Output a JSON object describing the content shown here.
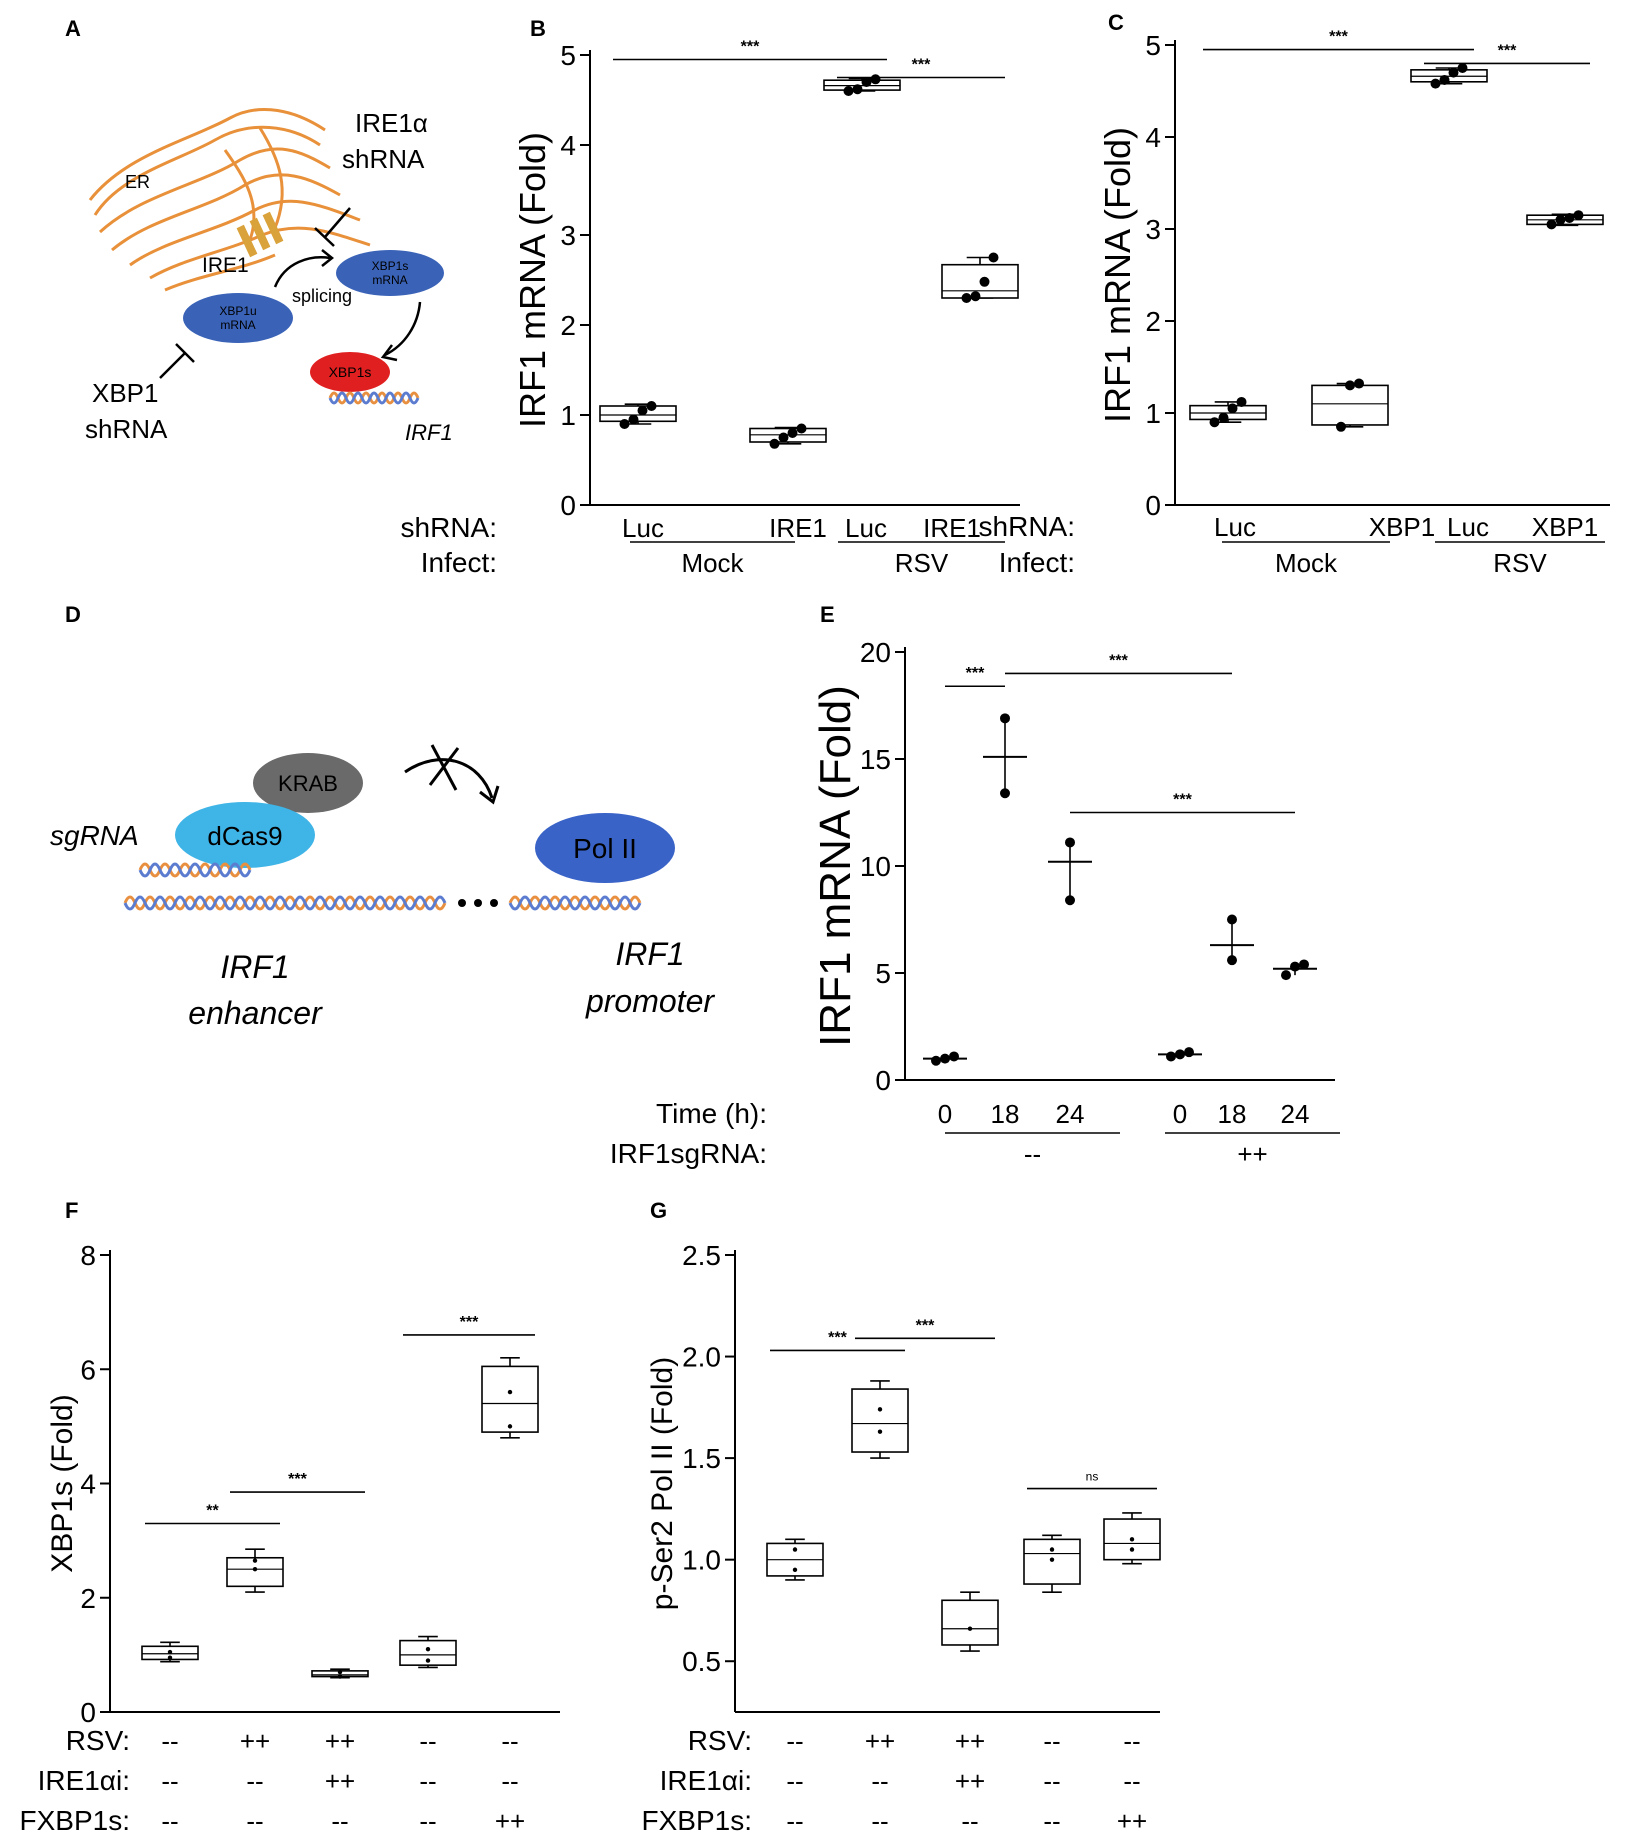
{
  "panel_letters": [
    "A",
    "B",
    "C",
    "D",
    "E",
    "F",
    "G"
  ],
  "diagram_a": {
    "er": "ER",
    "ire1": "IRE1",
    "ire1_shrna": [
      "IRE1α",
      "shRNA"
    ],
    "xbp1u": [
      "XBP1u",
      "mRNA"
    ],
    "xbp1s_mrna": [
      "XBP1s",
      "mRNA"
    ],
    "splicing": "splicing",
    "xbp1s": "XBP1s",
    "irf1": "IRF1",
    "xbp1_shrna": [
      "XBP1",
      "shRNA"
    ],
    "colors": {
      "er": "#e8913a",
      "mrna": "#3a63b8",
      "protein": "#e02020",
      "ire1": "#d9a23a"
    }
  },
  "diagram_d": {
    "krab": "KRAB",
    "dcas9": "dCas9",
    "sgrna": "sgRNA",
    "pol2": "Pol II",
    "enhancer": [
      "IRF1",
      "enhancer"
    ],
    "promoter": [
      "IRF1",
      "promoter"
    ],
    "colors": {
      "krab": "#6a6a6a",
      "dcas9": "#3fb4e6",
      "pol2": "#3a63c8",
      "dna_a": "#e89040",
      "dna_b": "#5c7cd0"
    }
  },
  "chart_data": [
    {
      "panel": "B",
      "type": "box",
      "ylabel": "IRF1 mRNA (Fold)",
      "ylim": [
        0,
        5
      ],
      "yticks": [
        0,
        1,
        2,
        3,
        4,
        5
      ],
      "rows": [
        {
          "label": "shRNA:",
          "values": [
            "Luc",
            "IRE1",
            "Luc",
            "IRE1"
          ]
        },
        {
          "label": "Infect:",
          "groups": [
            {
              "text": "Mock",
              "span": [
                0,
                1
              ]
            },
            {
              "text": "RSV",
              "span": [
                2,
                3
              ]
            }
          ]
        }
      ],
      "series": [
        {
          "min": 0.9,
          "q1": 0.93,
          "median": 1.0,
          "q3": 1.1,
          "max": 1.12,
          "points": [
            0.9,
            0.95,
            1.05,
            1.1
          ]
        },
        {
          "min": 0.68,
          "q1": 0.7,
          "median": 0.78,
          "q3": 0.85,
          "max": 0.86,
          "points": [
            0.68,
            0.75,
            0.8,
            0.85
          ]
        },
        {
          "min": 4.6,
          "q1": 4.61,
          "median": 4.66,
          "q3": 4.72,
          "max": 4.74,
          "points": [
            4.6,
            4.62,
            4.7,
            4.73
          ]
        },
        {
          "min": 2.3,
          "q1": 2.3,
          "median": 2.38,
          "q3": 2.67,
          "max": 2.75,
          "points": [
            2.3,
            2.32,
            2.48,
            2.75
          ]
        }
      ],
      "significance": [
        {
          "from": 0,
          "to": 2,
          "y": 4.95,
          "label": "***"
        },
        {
          "from": 2,
          "to": 3,
          "y": 4.75,
          "label": "***"
        }
      ]
    },
    {
      "panel": "C",
      "type": "box",
      "ylabel": "IRF1 mRNA (Fold)",
      "ylim": [
        0,
        5
      ],
      "yticks": [
        0,
        1,
        2,
        3,
        4,
        5
      ],
      "rows": [
        {
          "label": "shRNA:",
          "values": [
            "Luc",
            "XBP1",
            "Luc",
            "XBP1"
          ]
        },
        {
          "label": "Infect:",
          "groups": [
            {
              "text": "Mock",
              "span": [
                0,
                1
              ]
            },
            {
              "text": "RSV",
              "span": [
                2,
                3
              ]
            }
          ]
        }
      ],
      "series": [
        {
          "min": 0.9,
          "q1": 0.93,
          "median": 1.0,
          "q3": 1.08,
          "max": 1.12,
          "points": [
            0.9,
            0.95,
            1.05,
            1.12
          ]
        },
        {
          "min": 0.85,
          "q1": 0.87,
          "median": 1.1,
          "q3": 1.3,
          "max": 1.32,
          "points": [
            0.85,
            1.3,
            1.32
          ]
        },
        {
          "min": 4.58,
          "q1": 4.6,
          "median": 4.66,
          "q3": 4.73,
          "max": 4.75,
          "points": [
            4.58,
            4.62,
            4.7,
            4.75
          ]
        },
        {
          "min": 3.04,
          "q1": 3.05,
          "median": 3.1,
          "q3": 3.15,
          "max": 3.16,
          "points": [
            3.05,
            3.1,
            3.12,
            3.15
          ]
        }
      ],
      "significance": [
        {
          "from": 0,
          "to": 2,
          "y": 4.95,
          "label": "***"
        },
        {
          "from": 2,
          "to": 3,
          "y": 4.8,
          "label": "***"
        }
      ]
    },
    {
      "panel": "E",
      "type": "mean-range",
      "ylabel": "IRF1 mRNA (Fold)",
      "ylim": [
        0,
        20
      ],
      "yticks": [
        0,
        5,
        10,
        15,
        20
      ],
      "rows": [
        {
          "label": "Time (h):",
          "values": [
            "0",
            "18",
            "24",
            "0",
            "18",
            "24"
          ]
        },
        {
          "label": "IRF1sgRNA:",
          "groups": [
            {
              "text": "--",
              "span": [
                0,
                2
              ]
            },
            {
              "text": "++",
              "span": [
                3,
                5
              ]
            }
          ]
        }
      ],
      "series": [
        {
          "mean": 1.0,
          "min": 0.9,
          "max": 1.1,
          "points": [
            0.9,
            1.0,
            1.1
          ]
        },
        {
          "mean": 15.1,
          "min": 13.4,
          "max": 16.9,
          "points": [
            13.4,
            16.9
          ]
        },
        {
          "mean": 10.2,
          "min": 8.4,
          "max": 11.1,
          "points": [
            8.4,
            11.1
          ]
        },
        {
          "mean": 1.2,
          "min": 1.1,
          "max": 1.3,
          "points": [
            1.1,
            1.2,
            1.3
          ]
        },
        {
          "mean": 6.3,
          "min": 5.6,
          "max": 7.5,
          "points": [
            5.6,
            7.5
          ]
        },
        {
          "mean": 5.2,
          "min": 4.9,
          "max": 5.4,
          "points": [
            4.9,
            5.3,
            5.4
          ]
        }
      ],
      "significance": [
        {
          "from": 0,
          "to": 1,
          "y": 18.4,
          "label": "***"
        },
        {
          "from": 1,
          "to": 4,
          "y": 19.0,
          "label": "***"
        },
        {
          "from": 2,
          "to": 5,
          "y": 12.5,
          "label": "***"
        }
      ]
    },
    {
      "panel": "F",
      "type": "box",
      "ylabel": "XBP1s (Fold)",
      "ylim": [
        0,
        8
      ],
      "yticks": [
        0,
        2,
        4,
        6,
        8
      ],
      "rows": [
        {
          "label": "RSV:",
          "values": [
            "--",
            "++",
            "++",
            "--",
            "--"
          ]
        },
        {
          "label": "IRE1αi:",
          "values": [
            "--",
            "--",
            "++",
            "--",
            "--"
          ]
        },
        {
          "label": "FXBP1s:",
          "values": [
            "--",
            "--",
            "--",
            "--",
            "++"
          ]
        }
      ],
      "series": [
        {
          "min": 0.88,
          "q1": 0.92,
          "median": 1.02,
          "q3": 1.15,
          "max": 1.22,
          "points": [
            0.95,
            1.05
          ]
        },
        {
          "min": 2.1,
          "q1": 2.2,
          "median": 2.5,
          "q3": 2.7,
          "max": 2.85,
          "points": [
            2.5,
            2.65
          ]
        },
        {
          "min": 0.6,
          "q1": 0.62,
          "median": 0.65,
          "q3": 0.72,
          "max": 0.75,
          "points": [
            0.62,
            0.7
          ]
        },
        {
          "min": 0.78,
          "q1": 0.82,
          "median": 1.0,
          "q3": 1.25,
          "max": 1.32,
          "points": [
            0.9,
            1.1
          ]
        },
        {
          "min": 4.8,
          "q1": 4.9,
          "median": 5.4,
          "q3": 6.05,
          "max": 6.2,
          "points": [
            5.0,
            5.6
          ]
        }
      ],
      "significance": [
        {
          "from": 0,
          "to": 1,
          "y": 3.3,
          "label": "**"
        },
        {
          "from": 1,
          "to": 2,
          "y": 3.85,
          "label": "***"
        },
        {
          "from": 3,
          "to": 4,
          "y": 6.6,
          "label": "***"
        }
      ]
    },
    {
      "panel": "G",
      "type": "box",
      "ylabel": "p-Ser2  Pol II (Fold)",
      "ylim": [
        0.25,
        2.5
      ],
      "yticks": [
        0.5,
        1.0,
        1.5,
        2.0,
        2.5
      ],
      "ytick_labels": [
        "0.5",
        "1.0",
        "1.5",
        "2.0",
        "2.5"
      ],
      "rows": [
        {
          "label": "RSV:",
          "values": [
            "--",
            "++",
            "++",
            "--",
            "--"
          ]
        },
        {
          "label": "IRE1αi:",
          "values": [
            "--",
            "--",
            "++",
            "--",
            "--"
          ]
        },
        {
          "label": "FXBP1s:",
          "values": [
            "--",
            "--",
            "--",
            "--",
            "++"
          ]
        }
      ],
      "series": [
        {
          "min": 0.9,
          "q1": 0.92,
          "median": 1.0,
          "q3": 1.08,
          "max": 1.1,
          "points": [
            0.95,
            1.05
          ]
        },
        {
          "min": 1.5,
          "q1": 1.53,
          "median": 1.67,
          "q3": 1.84,
          "max": 1.88,
          "points": [
            1.63,
            1.74
          ]
        },
        {
          "min": 0.55,
          "q1": 0.58,
          "median": 0.66,
          "q3": 0.8,
          "max": 0.84,
          "points": [
            0.66
          ]
        },
        {
          "min": 0.84,
          "q1": 0.88,
          "median": 1.03,
          "q3": 1.1,
          "max": 1.12,
          "points": [
            1.0,
            1.05
          ]
        },
        {
          "min": 0.98,
          "q1": 1.0,
          "median": 1.08,
          "q3": 1.2,
          "max": 1.23,
          "points": [
            1.05,
            1.1
          ]
        }
      ],
      "significance": [
        {
          "from": 0,
          "to": 1,
          "y": 2.03,
          "label": "***"
        },
        {
          "from": 1,
          "to": 2,
          "y": 2.09,
          "label": "***"
        },
        {
          "from": 3,
          "to": 4,
          "y": 1.35,
          "label": "ns"
        }
      ]
    }
  ]
}
